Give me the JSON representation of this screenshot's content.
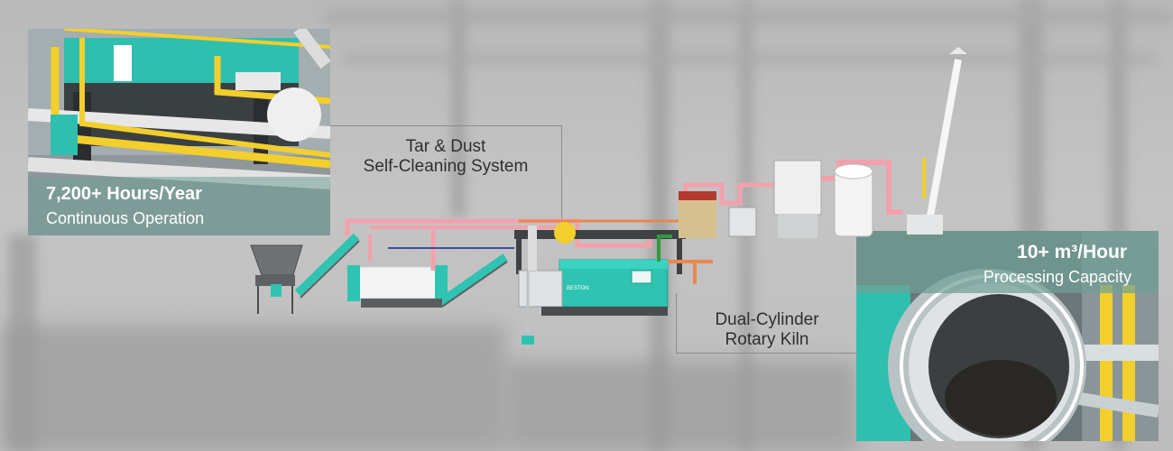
{
  "callout_top_left": {
    "headline": "7,200+ Hours/Year",
    "subline": "Continuous Operation"
  },
  "callout_right": {
    "headline": "10+ m³/Hour",
    "subline": "Processing Capacity"
  },
  "labels": {
    "system_line1": "Tar & Dust",
    "system_line2": "Self-Cleaning System",
    "kiln_line1": "Dual-Cylinder",
    "kiln_line2": "Rotary Kiln"
  },
  "machine_brand": "BESTON",
  "colors": {
    "accent_teal": "#2fc4b2",
    "pipe_pink": "#f2a1ac",
    "pipe_yellow": "#f2cf2c",
    "caption_overlay": "#6fa396"
  }
}
